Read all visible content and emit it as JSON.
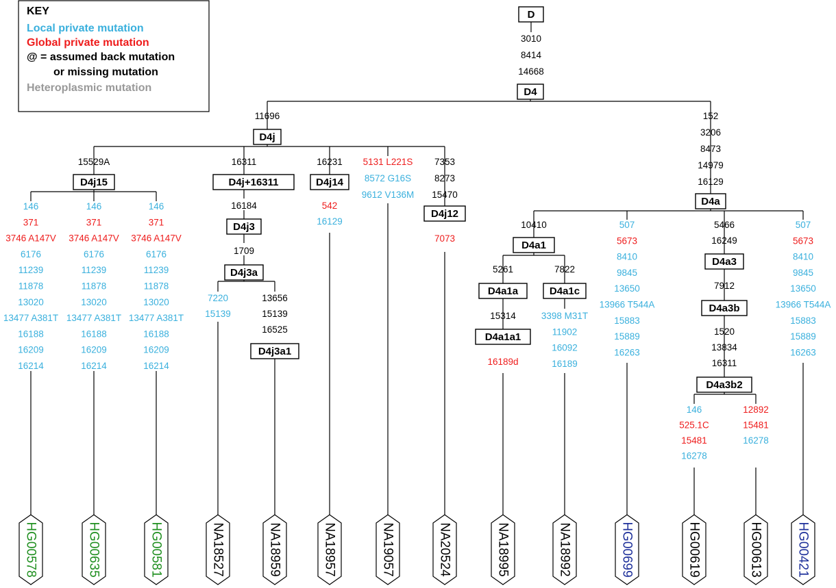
{
  "colors": {
    "black": "#000000",
    "local": "#3ab0dd",
    "global": "#ee1c1c",
    "hetero": "#999999",
    "green": "#1f8f1f",
    "navy": "#1d2f9a"
  },
  "key": {
    "title": "KEY",
    "lines": [
      {
        "text": "Local private mutation",
        "color": "local"
      },
      {
        "text": "Global private mutation",
        "color": "global"
      },
      {
        "text": "@ = assumed back mutation",
        "color": "black"
      },
      {
        "text": "or missing mutation",
        "color": "black"
      },
      {
        "text": "Heteroplasmic mutation",
        "color": "hetero"
      }
    ]
  },
  "nodes": [
    {
      "id": "D",
      "label": "D"
    },
    {
      "id": "D4",
      "label": "D4"
    },
    {
      "id": "D4j",
      "label": "D4j"
    },
    {
      "id": "D4j15",
      "label": "D4j15"
    },
    {
      "id": "D4j16311",
      "label": "D4j+16311"
    },
    {
      "id": "D4j3",
      "label": "D4j3"
    },
    {
      "id": "D4j3a",
      "label": "D4j3a"
    },
    {
      "id": "D4j3a1",
      "label": "D4j3a1"
    },
    {
      "id": "D4j14",
      "label": "D4j14"
    },
    {
      "id": "D4j12",
      "label": "D4j12"
    },
    {
      "id": "D4a",
      "label": "D4a"
    },
    {
      "id": "D4a1",
      "label": "D4a1"
    },
    {
      "id": "D4a1a",
      "label": "D4a1a"
    },
    {
      "id": "D4a1a1",
      "label": "D4a1a1"
    },
    {
      "id": "D4a1c",
      "label": "D4a1c"
    },
    {
      "id": "D4a3",
      "label": "D4a3"
    },
    {
      "id": "D4a3b",
      "label": "D4a3b"
    },
    {
      "id": "D4a3b2",
      "label": "D4a3b2"
    }
  ],
  "mutation_groups": [
    {
      "id": "D_to_D4",
      "items": [
        {
          "t": "3010",
          "c": "black"
        },
        {
          "t": "8414",
          "c": "black"
        },
        {
          "t": "14668",
          "c": "black"
        }
      ]
    },
    {
      "id": "D4_to_D4j",
      "items": [
        {
          "t": "11696",
          "c": "black"
        }
      ]
    },
    {
      "id": "D4_to_D4a",
      "items": [
        {
          "t": "152",
          "c": "black"
        },
        {
          "t": "3206",
          "c": "black"
        },
        {
          "t": "8473",
          "c": "black"
        },
        {
          "t": "14979",
          "c": "black"
        },
        {
          "t": "16129",
          "c": "black"
        }
      ]
    },
    {
      "id": "D4j_to_D4j15",
      "items": [
        {
          "t": "15529A",
          "c": "black"
        }
      ]
    },
    {
      "id": "D4j_to_D4j16311",
      "items": [
        {
          "t": "16311",
          "c": "black"
        }
      ]
    },
    {
      "id": "D4j_to_D4j14",
      "items": [
        {
          "t": "16231",
          "c": "black"
        }
      ]
    },
    {
      "id": "D4j_to_NA19057",
      "items": [
        {
          "t": "5131 L221S",
          "c": "global"
        },
        {
          "t": "8572 G16S",
          "c": "local"
        },
        {
          "t": "9612 V136M",
          "c": "local"
        }
      ]
    },
    {
      "id": "D4j_to_D4j12",
      "items": [
        {
          "t": "7353",
          "c": "black"
        },
        {
          "t": "8273",
          "c": "black"
        },
        {
          "t": "15470",
          "c": "black"
        }
      ]
    },
    {
      "id": "D4j15_a",
      "items": [
        {
          "t": "146",
          "c": "local"
        },
        {
          "t": "371",
          "c": "global"
        },
        {
          "t": "3746 A147V",
          "c": "global"
        },
        {
          "t": "6176",
          "c": "local"
        },
        {
          "t": "11239",
          "c": "local"
        },
        {
          "t": "11878",
          "c": "local"
        },
        {
          "t": "13020",
          "c": "local"
        },
        {
          "t": "13477 A381T",
          "c": "local"
        },
        {
          "t": "16188",
          "c": "local"
        },
        {
          "t": "16209",
          "c": "local"
        },
        {
          "t": "16214",
          "c": "local"
        }
      ]
    },
    {
      "id": "D4j15_b",
      "items": [
        {
          "t": "146",
          "c": "local"
        },
        {
          "t": "371",
          "c": "global"
        },
        {
          "t": "3746 A147V",
          "c": "global"
        },
        {
          "t": "6176",
          "c": "local"
        },
        {
          "t": "11239",
          "c": "local"
        },
        {
          "t": "11878",
          "c": "local"
        },
        {
          "t": "13020",
          "c": "local"
        },
        {
          "t": "13477 A381T",
          "c": "local"
        },
        {
          "t": "16188",
          "c": "local"
        },
        {
          "t": "16209",
          "c": "local"
        },
        {
          "t": "16214",
          "c": "local"
        }
      ]
    },
    {
      "id": "D4j15_c",
      "items": [
        {
          "t": "146",
          "c": "local"
        },
        {
          "t": "371",
          "c": "global"
        },
        {
          "t": "3746 A147V",
          "c": "global"
        },
        {
          "t": "6176",
          "c": "local"
        },
        {
          "t": "11239",
          "c": "local"
        },
        {
          "t": "11878",
          "c": "local"
        },
        {
          "t": "13020",
          "c": "local"
        },
        {
          "t": "13477 A381T",
          "c": "local"
        },
        {
          "t": "16188",
          "c": "local"
        },
        {
          "t": "16209",
          "c": "local"
        },
        {
          "t": "16214",
          "c": "local"
        }
      ]
    },
    {
      "id": "D4j16311_to_D4j3",
      "items": [
        {
          "t": "16184",
          "c": "black"
        }
      ]
    },
    {
      "id": "D4j3_to_D4j3a",
      "items": [
        {
          "t": "1709",
          "c": "black"
        }
      ]
    },
    {
      "id": "D4j3a_left",
      "items": [
        {
          "t": "7220",
          "c": "local"
        },
        {
          "t": "15139",
          "c": "local"
        }
      ]
    },
    {
      "id": "D4j3a_to_D4j3a1",
      "items": [
        {
          "t": "13656",
          "c": "black"
        },
        {
          "t": "15139",
          "c": "black"
        },
        {
          "t": "16525",
          "c": "black"
        }
      ]
    },
    {
      "id": "D4j14_leaf",
      "items": [
        {
          "t": "542",
          "c": "global"
        },
        {
          "t": "16129",
          "c": "local"
        }
      ]
    },
    {
      "id": "D4j12_leaf",
      "items": [
        {
          "t": "7073",
          "c": "global"
        }
      ]
    },
    {
      "id": "D4a_to_D4a1",
      "items": [
        {
          "t": "10410",
          "c": "black"
        }
      ]
    },
    {
      "id": "D4a_leaf1",
      "items": [
        {
          "t": "507",
          "c": "local"
        },
        {
          "t": "5673",
          "c": "global"
        },
        {
          "t": "8410",
          "c": "local"
        },
        {
          "t": "9845",
          "c": "local"
        },
        {
          "t": "13650",
          "c": "local"
        },
        {
          "t": "13966 T544A",
          "c": "local"
        },
        {
          "t": "15883",
          "c": "local"
        },
        {
          "t": "15889",
          "c": "local"
        },
        {
          "t": "16263",
          "c": "local"
        }
      ]
    },
    {
      "id": "D4a_to_D4a3",
      "items": [
        {
          "t": "5466",
          "c": "black"
        },
        {
          "t": "16249",
          "c": "black"
        }
      ]
    },
    {
      "id": "D4a_leaf2",
      "items": [
        {
          "t": "507",
          "c": "local"
        },
        {
          "t": "5673",
          "c": "global"
        },
        {
          "t": "8410",
          "c": "local"
        },
        {
          "t": "9845",
          "c": "local"
        },
        {
          "t": "13650",
          "c": "local"
        },
        {
          "t": "13966 T544A",
          "c": "local"
        },
        {
          "t": "15883",
          "c": "local"
        },
        {
          "t": "15889",
          "c": "local"
        },
        {
          "t": "16263",
          "c": "local"
        }
      ]
    },
    {
      "id": "D4a1_to_D4a1a",
      "items": [
        {
          "t": "5261",
          "c": "black"
        }
      ]
    },
    {
      "id": "D4a1_to_D4a1c",
      "items": [
        {
          "t": "7822",
          "c": "black"
        }
      ]
    },
    {
      "id": "D4a1a_to_D4a1a1",
      "items": [
        {
          "t": "15314",
          "c": "black"
        }
      ]
    },
    {
      "id": "D4a1a1_leaf",
      "items": [
        {
          "t": "16189d",
          "c": "global"
        }
      ]
    },
    {
      "id": "D4a1c_leaf",
      "items": [
        {
          "t": "3398 M31T",
          "c": "local"
        },
        {
          "t": "11902",
          "c": "local"
        },
        {
          "t": "16092",
          "c": "local"
        },
        {
          "t": "16189",
          "c": "local"
        }
      ]
    },
    {
      "id": "D4a3_to_D4a3b",
      "items": [
        {
          "t": "7912",
          "c": "black"
        }
      ]
    },
    {
      "id": "D4a3b_to_D4a3b2",
      "items": [
        {
          "t": "1520",
          "c": "black"
        },
        {
          "t": "13834",
          "c": "black"
        },
        {
          "t": "16311",
          "c": "black"
        }
      ]
    },
    {
      "id": "D4a3b2_left",
      "items": [
        {
          "t": "146",
          "c": "local"
        },
        {
          "t": "525.1C",
          "c": "global"
        },
        {
          "t": "15481",
          "c": "global"
        },
        {
          "t": "16278",
          "c": "local"
        }
      ]
    },
    {
      "id": "D4a3b2_right",
      "items": [
        {
          "t": "12892",
          "c": "global"
        },
        {
          "t": "15481",
          "c": "global"
        },
        {
          "t": "16278",
          "c": "local"
        }
      ]
    }
  ],
  "leaves": [
    {
      "id": "HG00578",
      "label": "HG00578",
      "color": "green"
    },
    {
      "id": "HG00635",
      "label": "HG00635",
      "color": "green"
    },
    {
      "id": "HG00581",
      "label": "HG00581",
      "color": "green"
    },
    {
      "id": "NA18527",
      "label": "NA18527",
      "color": "black"
    },
    {
      "id": "NA18959",
      "label": "NA18959",
      "color": "black"
    },
    {
      "id": "NA18957",
      "label": "NA18957",
      "color": "black"
    },
    {
      "id": "NA19057",
      "label": "NA19057",
      "color": "black"
    },
    {
      "id": "NA20524",
      "label": "NA20524",
      "color": "black"
    },
    {
      "id": "NA18995",
      "label": "NA18995",
      "color": "black"
    },
    {
      "id": "NA18992",
      "label": "NA18992",
      "color": "black"
    },
    {
      "id": "HG00699",
      "label": "HG00699",
      "color": "navy"
    },
    {
      "id": "HG00619",
      "label": "HG00619",
      "color": "black"
    },
    {
      "id": "HG00613",
      "label": "HG00613",
      "color": "black"
    },
    {
      "id": "HG00421",
      "label": "HG00421",
      "color": "navy"
    }
  ]
}
